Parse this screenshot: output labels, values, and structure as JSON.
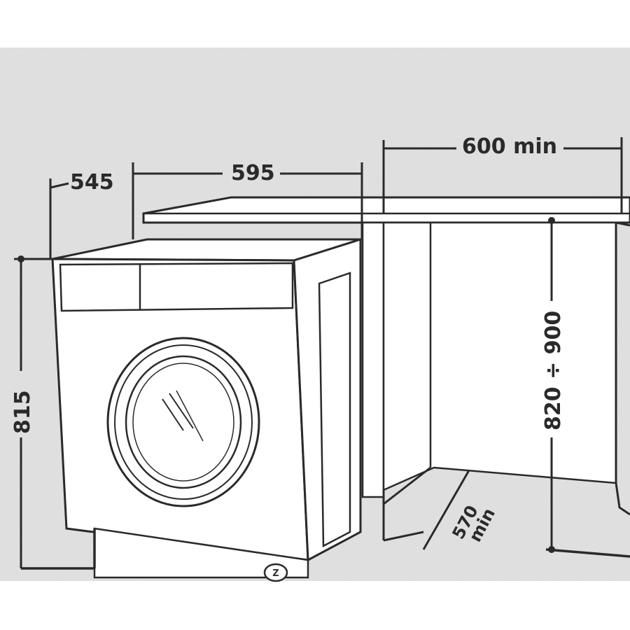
{
  "dimensions": {
    "depth": "545",
    "width": "595",
    "cabinet_width": "600 min",
    "height": "815",
    "cabinet_height": "820 ÷ 900",
    "floor_depth_value": "570",
    "floor_depth_unit": "min"
  },
  "logo": {
    "text": "Z"
  },
  "colors": {
    "background_texture": "#e6e6e6",
    "line": "#2a2a2a",
    "appliance_fill": "#ffffff"
  }
}
